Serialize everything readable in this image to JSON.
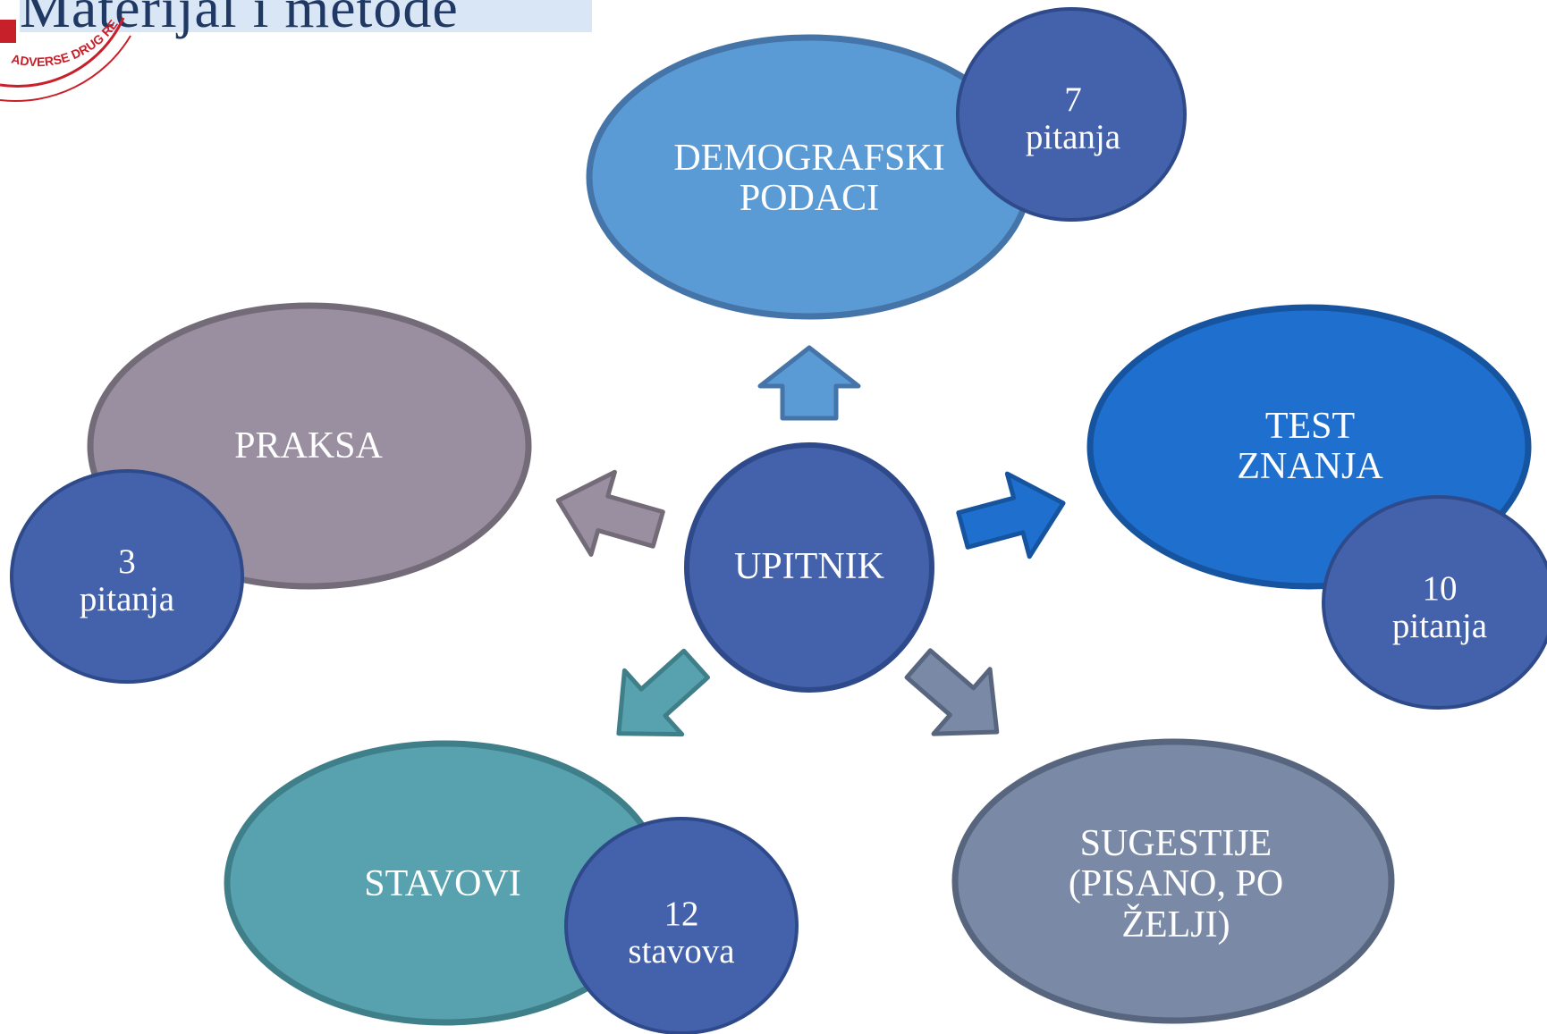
{
  "header": {
    "title": "Materijal i metode"
  },
  "stamp": {
    "text": "ADVERSE DRUG REACTION"
  },
  "center": {
    "label": "UPITNIK"
  },
  "nodes": {
    "demografski": {
      "label": "DEMOGRAFSKI\nPODACI",
      "count": "7\npitanja"
    },
    "test": {
      "label": "TEST\nZNANJA",
      "count": "10\npitanja"
    },
    "sugestije": {
      "label": "SUGESTIJE\n(PISANO, PO\nŽELJI)"
    },
    "stavovi": {
      "label": "STAVOVI",
      "count": "12\nstavova"
    },
    "praksa": {
      "label": "PRAKSA",
      "count": "3\npitanja"
    }
  },
  "colors": {
    "demografski": "#5b9bd5",
    "test": "#1f6fcf",
    "sugestije": "#7a8aa6",
    "stavovi": "#57a2ae",
    "praksa": "#9a8fa0",
    "center": "#4462ab",
    "badge": "#4462ab"
  }
}
